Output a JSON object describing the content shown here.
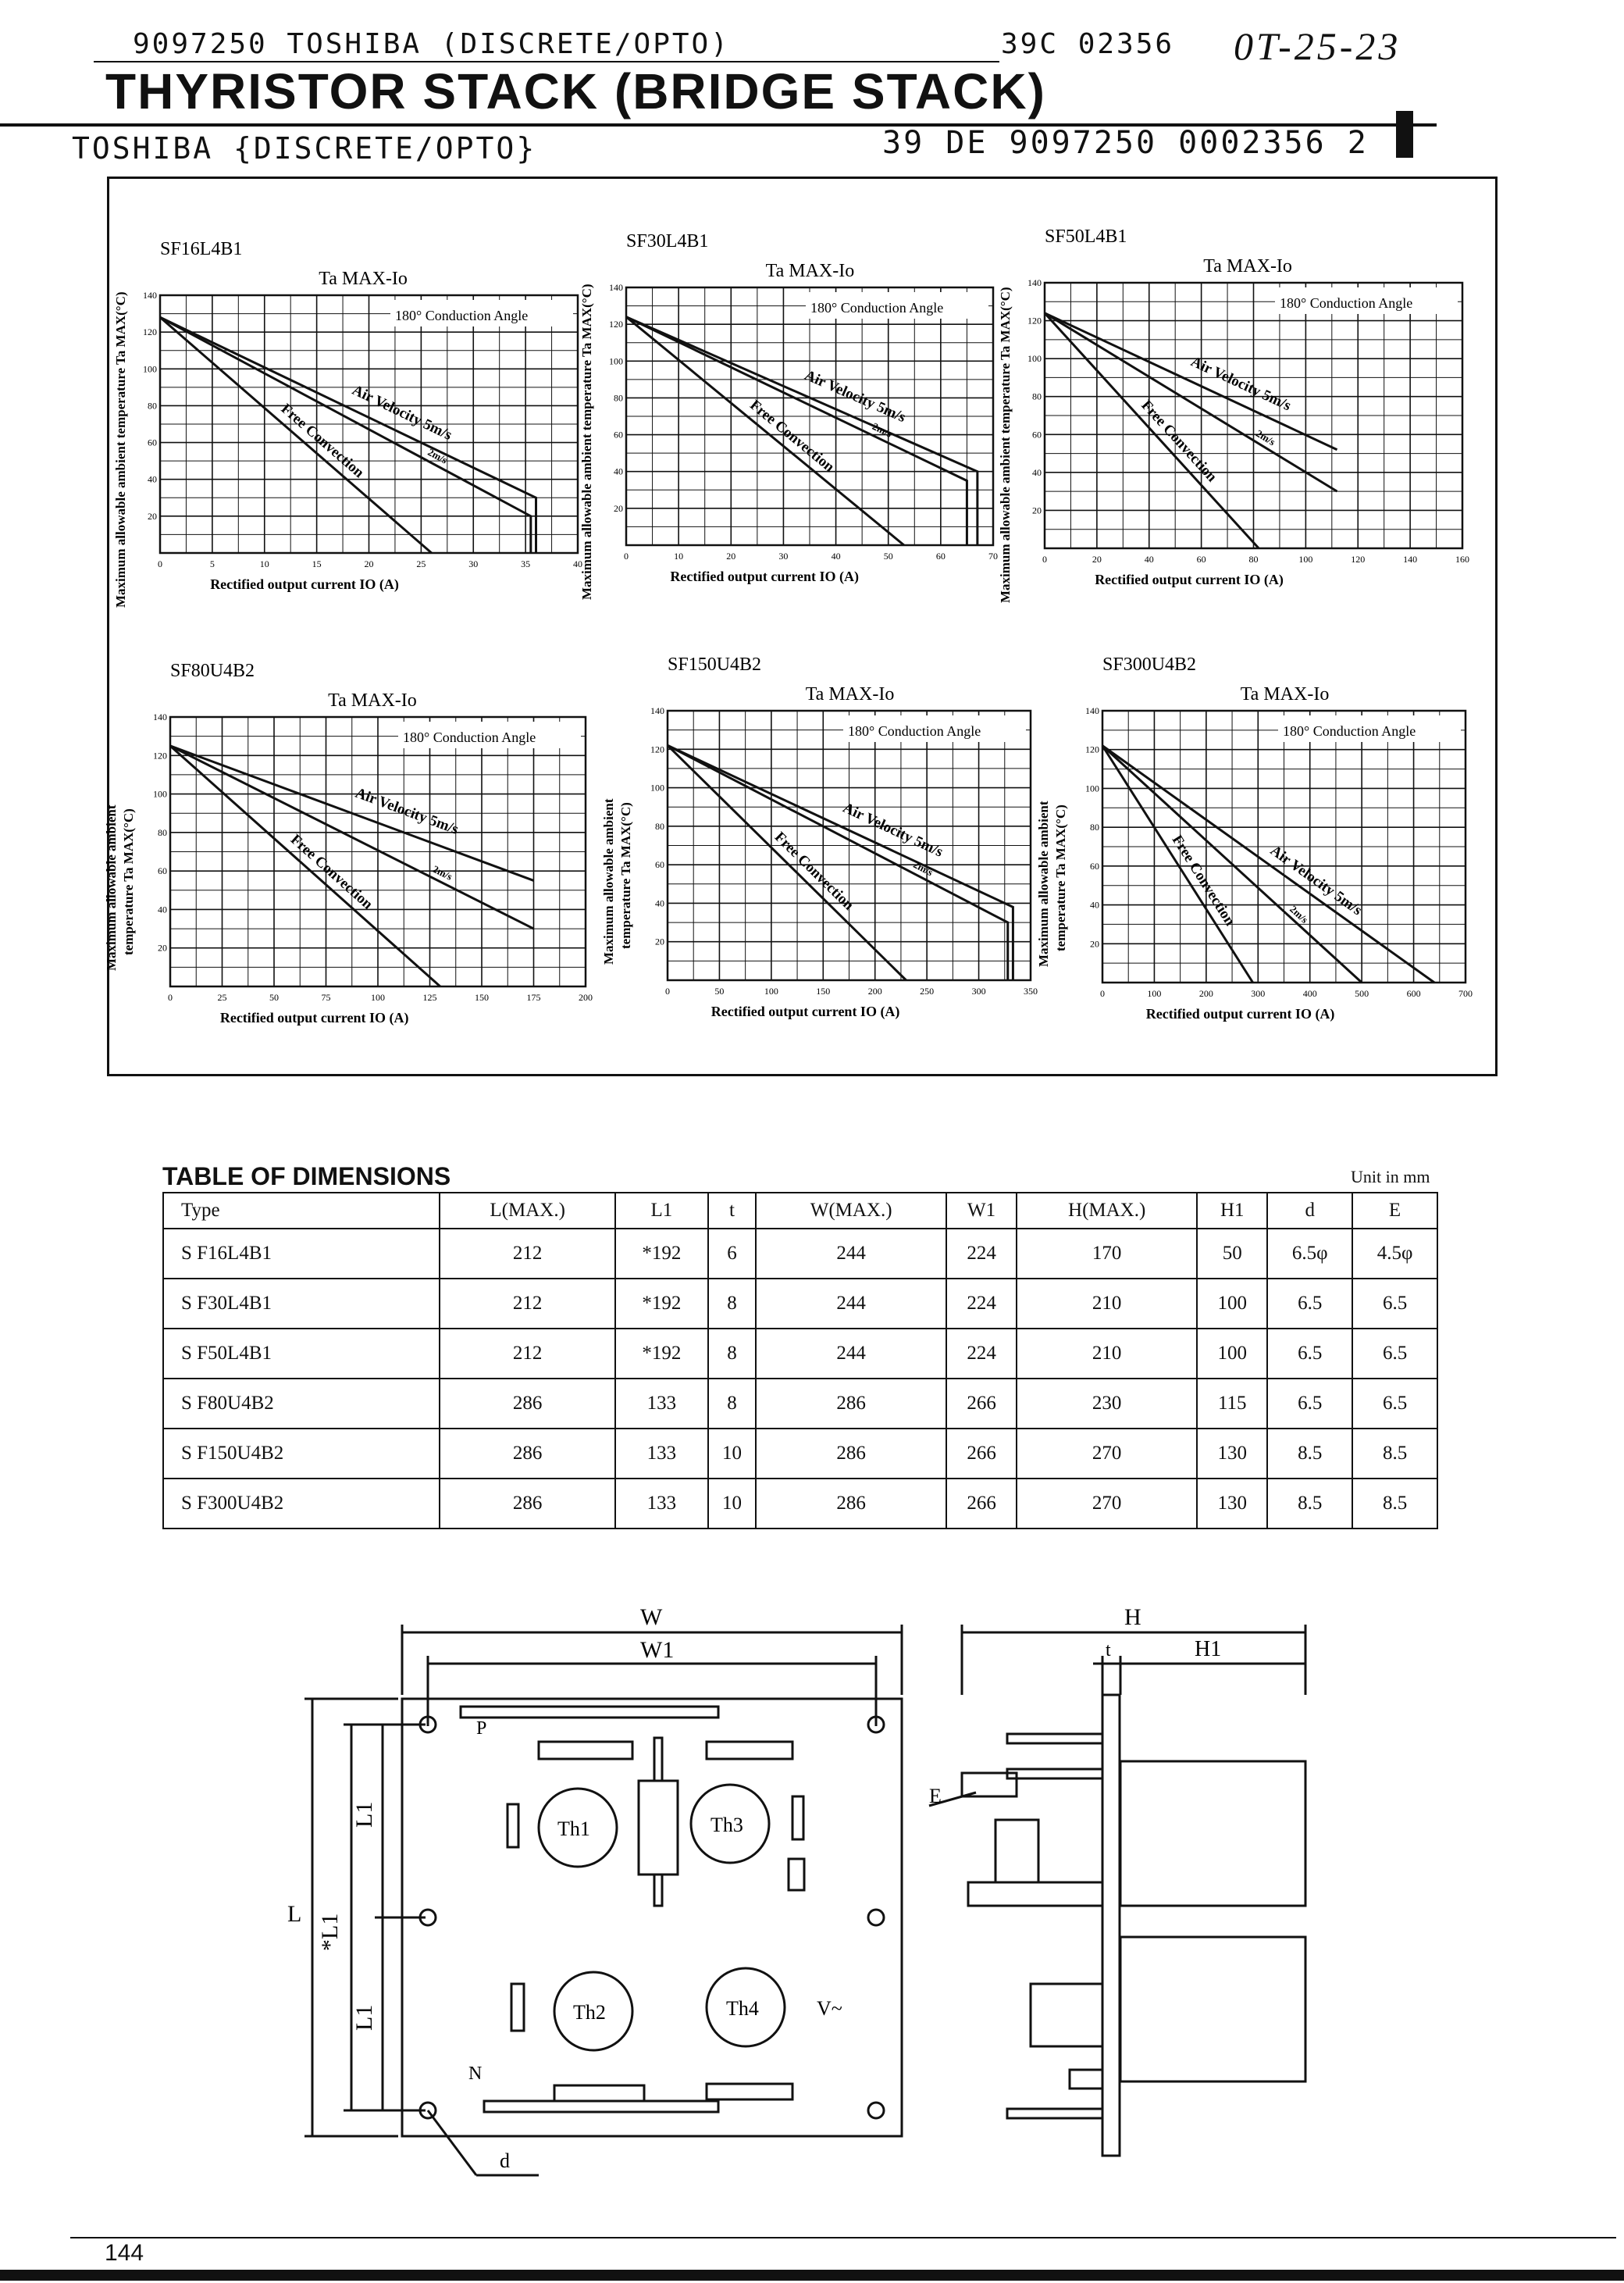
{
  "header": {
    "line1_left": "9097250 TOSHIBA (DISCRETE/OPTO)",
    "line1_code": "39C 02356",
    "line1_handwritten": "0T-25-23",
    "title": "THYRISTOR STACK (BRIDGE STACK)",
    "line2_left": "TOSHIBA {DISCRETE/OPTO}",
    "line2_right": "39 DE 9097250 0002356 2"
  },
  "common_labels": {
    "graph_title": "Ta MAX-Io",
    "conduction": "180° Conduction Angle",
    "xlabel": "Rectified output current IO (A)",
    "ylabel": "Maximum allowable ambient temperature Ta MAX(°C)",
    "ylabel_short_1": "Maximum allowable ambient",
    "ylabel_short_2": "temperature Ta MAX(°C)",
    "curve_free": "Free Convection",
    "curve_air": "Air Velocity 5m/s",
    "curve_2ms": "2m/s"
  },
  "chart_data": [
    {
      "type": "line",
      "model": "SF16L4B1",
      "title": "Ta MAX-Io",
      "xlabel": "Rectified output current IO (A)",
      "ylabel": "Maximum allowable ambient temperature Ta MAX(°C)",
      "xlim": [
        0,
        40
      ],
      "ylim": [
        0,
        140
      ],
      "xticks": [
        0,
        5,
        10,
        15,
        20,
        25,
        30,
        35,
        40
      ],
      "yticks": [
        20,
        40,
        60,
        80,
        100,
        120,
        140
      ],
      "series": [
        {
          "name": "Free Convection",
          "x": [
            0,
            26
          ],
          "y": [
            128,
            0
          ]
        },
        {
          "name": "2m/s",
          "x": [
            0,
            35.5,
            35.5
          ],
          "y": [
            128,
            20,
            0
          ]
        },
        {
          "name": "Air Velocity 5m/s",
          "x": [
            0,
            36,
            36
          ],
          "y": [
            128,
            30,
            0
          ]
        }
      ]
    },
    {
      "type": "line",
      "model": "SF30L4B1",
      "title": "Ta MAX-Io",
      "xlabel": "Rectified output current IO (A)",
      "ylabel": "Maximum allowable ambient temperature Ta MAX(°C)",
      "xlim": [
        0,
        70
      ],
      "ylim": [
        0,
        140
      ],
      "xticks": [
        0,
        10,
        20,
        30,
        40,
        50,
        60,
        70
      ],
      "yticks": [
        20,
        40,
        60,
        80,
        100,
        120,
        140
      ],
      "series": [
        {
          "name": "Free Convection",
          "x": [
            0,
            53
          ],
          "y": [
            124,
            0
          ]
        },
        {
          "name": "2m/s",
          "x": [
            0,
            65,
            65
          ],
          "y": [
            124,
            35,
            0
          ]
        },
        {
          "name": "Air Velocity 5m/s",
          "x": [
            0,
            67,
            67
          ],
          "y": [
            124,
            40,
            0
          ]
        }
      ]
    },
    {
      "type": "line",
      "model": "SF50L4B1",
      "title": "Ta MAX-Io",
      "xlabel": "Rectified output current IO (A)",
      "ylabel": "Maximum allowable ambient temperature Ta MAX(°C)",
      "xlim": [
        0,
        160
      ],
      "ylim": [
        0,
        140
      ],
      "xticks": [
        0,
        20,
        40,
        60,
        80,
        100,
        120,
        140,
        160
      ],
      "yticks": [
        20,
        40,
        60,
        80,
        100,
        120,
        140
      ],
      "series": [
        {
          "name": "Free Convection",
          "x": [
            0,
            82
          ],
          "y": [
            124,
            0
          ]
        },
        {
          "name": "2m/s",
          "x": [
            0,
            112
          ],
          "y": [
            124,
            30
          ]
        },
        {
          "name": "Air Velocity 5m/s",
          "x": [
            0,
            112
          ],
          "y": [
            124,
            52
          ]
        }
      ]
    },
    {
      "type": "line",
      "model": "SF80U4B2",
      "title": "Ta MAX-Io",
      "xlabel": "Rectified output current IO (A)",
      "ylabel": "Maximum allowable ambient temperature Ta MAX(°C)",
      "xlim": [
        0,
        200
      ],
      "ylim": [
        0,
        140
      ],
      "xticks": [
        0,
        25,
        50,
        75,
        100,
        125,
        150,
        175,
        200
      ],
      "yticks": [
        20,
        40,
        60,
        80,
        100,
        120,
        140
      ],
      "series": [
        {
          "name": "Free Convection",
          "x": [
            0,
            130
          ],
          "y": [
            125,
            0
          ]
        },
        {
          "name": "2m/s",
          "x": [
            0,
            175
          ],
          "y": [
            125,
            30
          ]
        },
        {
          "name": "Air Velocity 5m/s",
          "x": [
            0,
            175
          ],
          "y": [
            125,
            55
          ]
        }
      ]
    },
    {
      "type": "line",
      "model": "SF150U4B2",
      "title": "Ta MAX-Io",
      "xlabel": "Rectified output current IO (A)",
      "ylabel": "Maximum allowable ambient temperature Ta MAX(°C)",
      "xlim": [
        0,
        350
      ],
      "ylim": [
        0,
        140
      ],
      "xticks": [
        0,
        50,
        100,
        150,
        200,
        250,
        300,
        350
      ],
      "yticks": [
        20,
        40,
        60,
        80,
        100,
        120,
        140
      ],
      "series": [
        {
          "name": "Free Convection",
          "x": [
            0,
            230
          ],
          "y": [
            122,
            0
          ]
        },
        {
          "name": "2m/s",
          "x": [
            0,
            328,
            328
          ],
          "y": [
            122,
            30,
            0
          ]
        },
        {
          "name": "Air Velocity 5m/s",
          "x": [
            0,
            333,
            333
          ],
          "y": [
            122,
            38,
            0
          ]
        }
      ]
    },
    {
      "type": "line",
      "model": "SF300U4B2",
      "title": "Ta MAX-Io",
      "xlabel": "Rectified output current IO (A)",
      "ylabel": "Maximum allowable ambient temperature Ta MAX(°C)",
      "xlim": [
        0,
        700
      ],
      "ylim": [
        0,
        140
      ],
      "xticks": [
        0,
        100,
        200,
        300,
        400,
        500,
        600,
        700
      ],
      "yticks": [
        20,
        40,
        60,
        80,
        100,
        120,
        140
      ],
      "series": [
        {
          "name": "Free Convection",
          "x": [
            0,
            290
          ],
          "y": [
            122,
            0
          ]
        },
        {
          "name": "2m/s",
          "x": [
            0,
            500
          ],
          "y": [
            122,
            0
          ]
        },
        {
          "name": "Air Velocity 5m/s",
          "x": [
            0,
            640
          ],
          "y": [
            122,
            0
          ]
        }
      ]
    }
  ],
  "dimensions": {
    "title": "TABLE OF DIMENSIONS",
    "unit": "Unit in mm",
    "headers": [
      "Type",
      "L(MAX.)",
      "L1",
      "t",
      "W(MAX.)",
      "W1",
      "H(MAX.)",
      "H1",
      "d",
      "E"
    ],
    "rows": [
      [
        "S F16L4B1",
        "212",
        "*192",
        "6",
        "244",
        "224",
        "170",
        "50",
        "6.5φ",
        "4.5φ"
      ],
      [
        "S F30L4B1",
        "212",
        "*192",
        "8",
        "244",
        "224",
        "210",
        "100",
        "6.5",
        "6.5"
      ],
      [
        "S F50L4B1",
        "212",
        "*192",
        "8",
        "244",
        "224",
        "210",
        "100",
        "6.5",
        "6.5"
      ],
      [
        "S F80U4B2",
        "286",
        "133",
        "8",
        "286",
        "266",
        "230",
        "115",
        "6.5",
        "6.5"
      ],
      [
        "S F150U4B2",
        "286",
        "133",
        "10",
        "286",
        "266",
        "270",
        "130",
        "8.5",
        "8.5"
      ],
      [
        "S F300U4B2",
        "286",
        "133",
        "10",
        "286",
        "266",
        "270",
        "130",
        "8.5",
        "8.5"
      ]
    ]
  },
  "drawing": {
    "W": "W",
    "W1": "W1",
    "H": "H",
    "t": "t",
    "H1": "H1",
    "L": "L",
    "L1": "L1",
    "starL1": "*L1",
    "P": "P",
    "N": "N",
    "V": "V~",
    "E": "E",
    "d": "d",
    "th1": "Th1",
    "th2": "Th2",
    "th3": "Th3",
    "th4": "Th4"
  },
  "page_number": "144"
}
